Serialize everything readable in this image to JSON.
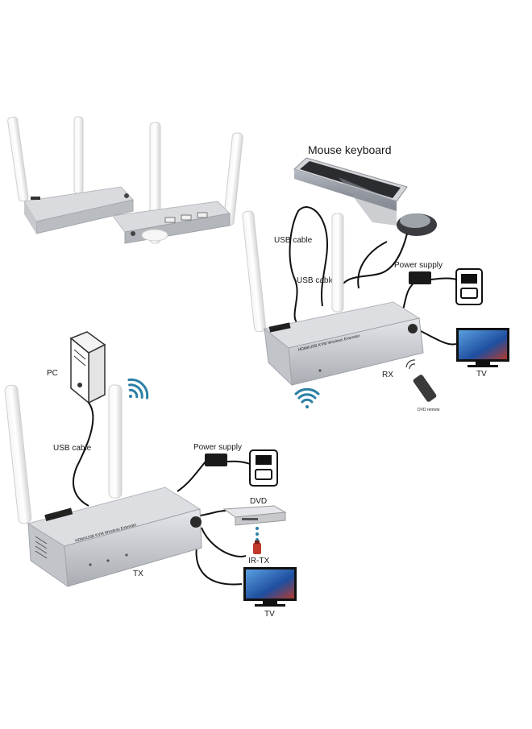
{
  "labels": {
    "mouse_keyboard": "Mouse keyboard",
    "usb_cable_rx_1": "USB cable",
    "usb_cable_rx_2": "USB cable",
    "power_supply_rx": "Power supply",
    "rx": "RX",
    "tv_rx": "TV",
    "dvd_remote": "DVD remote",
    "pc": "PC",
    "usb_cable_tx": "USB cable",
    "power_supply_tx": "Power supply",
    "dvd": "DVD",
    "ir_tx": "IR-TX",
    "tx": "TX",
    "tv_tx": "TV"
  },
  "device_branding": {
    "hdmi": "HDMI",
    "rx_panel": "HDMI/USB KVM Wireless Extender",
    "tx_panel": "HDMI/USB KVM Wireless Extender"
  },
  "colors": {
    "device_body": "#c9cbcf",
    "device_top": "#d8dade",
    "cable": "#111111",
    "wifi": "#2a7fa5",
    "tv_screen": "#1f4fa0"
  }
}
